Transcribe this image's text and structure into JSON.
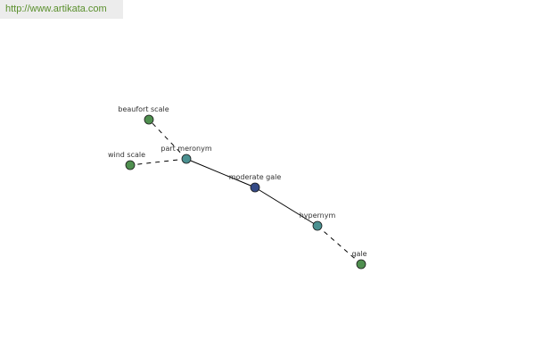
{
  "site_url": "http://www.artikata.com",
  "colors": {
    "background": "#ffffff",
    "url_text": "#5a8f2c",
    "url_background": "#ececec",
    "edge": "#000000",
    "leaf_node": "#4f8f4f",
    "relation_node": "#4a9090",
    "center_node": "#344a86",
    "node_stroke": "#1a1a1a"
  },
  "nodes": {
    "center": {
      "label": "moderate gale",
      "kind": "center"
    },
    "part_meronym": {
      "label": "part meronym",
      "kind": "relation"
    },
    "hypernym": {
      "label": "hypernym",
      "kind": "relation"
    },
    "beaufort_scale": {
      "label": "beaufort scale",
      "kind": "leaf"
    },
    "wind_scale": {
      "label": "wind scale",
      "kind": "leaf"
    },
    "gale": {
      "label": "gale",
      "kind": "leaf"
    }
  },
  "edges": [
    {
      "from": "center",
      "to": "part_meronym",
      "style": "solid"
    },
    {
      "from": "center",
      "to": "hypernym",
      "style": "solid"
    },
    {
      "from": "part_meronym",
      "to": "beaufort_scale",
      "style": "dashed"
    },
    {
      "from": "part_meronym",
      "to": "wind_scale",
      "style": "dashed"
    },
    {
      "from": "hypernym",
      "to": "gale",
      "style": "dashed"
    }
  ]
}
